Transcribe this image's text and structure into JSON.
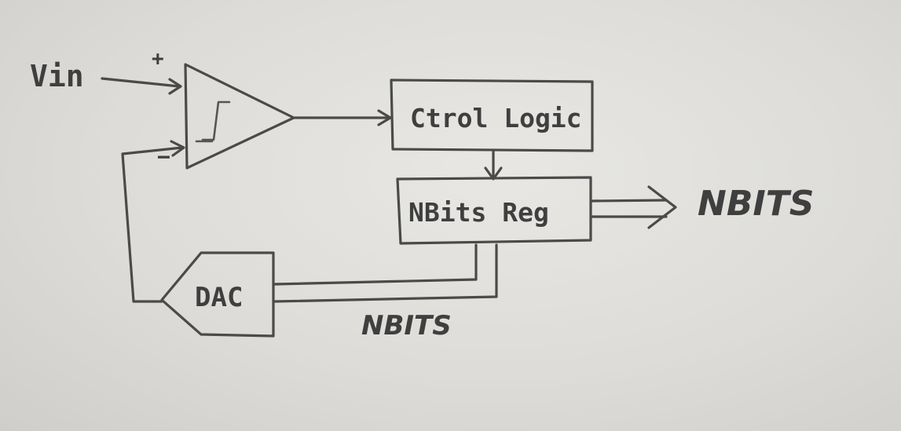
{
  "labels": {
    "input": "Vin",
    "plus": "+",
    "minus": "−",
    "ctrl_logic": "Ctrol Logic",
    "register": "NBits Reg",
    "output": "NBITS",
    "dac": "DAC",
    "bus": "NBITS"
  },
  "icons": {
    "comparator": "comparator-triangle-icon",
    "hysteresis": "hysteresis-symbol-icon",
    "dac": "dac-pentagon-icon"
  },
  "colors": {
    "paper": "#dddcd8",
    "pencil": "#4a4a4a"
  }
}
